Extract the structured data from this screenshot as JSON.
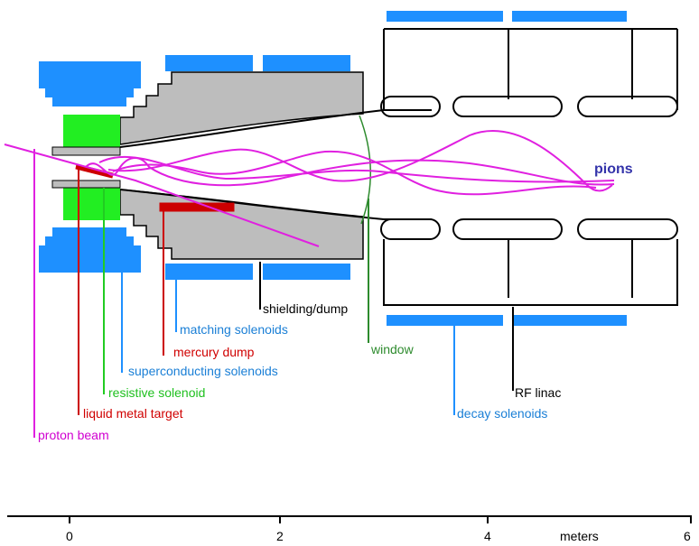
{
  "labels": {
    "pions": "pions",
    "shielding_dump": "shielding/dump",
    "matching_solenoids": "matching solenoids",
    "mercury_dump": "mercury dump",
    "superconducting_solenoids": "superconducting solenoids",
    "resistive_solenoid": "resistive solenoid",
    "liquid_metal_target": "liquid metal target",
    "proton_beam": "proton beam",
    "window": "window",
    "rf_linac": "RF linac",
    "decay_solenoids": "decay solenoids"
  },
  "scale": {
    "ticks": [
      "0",
      "2",
      "4",
      "6"
    ],
    "unit_label": "meters"
  },
  "colors": {
    "solenoid_blue": "#1e90ff",
    "resistive_green": "#22ee22",
    "shielding_gray": "#bdbdbd",
    "target_red": "#cc0000",
    "beam_magenta": "#e020e0",
    "pions_label": "#3333aa",
    "window_green": "#2e8b2e",
    "label_blue": "#1a7fd6",
    "label_red": "#d00000",
    "label_green": "#20c020",
    "label_magenta": "#d000d0"
  }
}
